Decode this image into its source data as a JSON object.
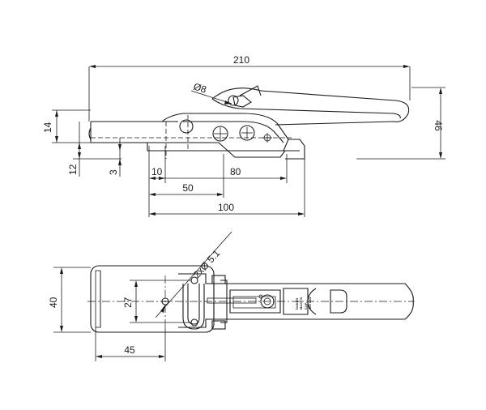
{
  "side_view": {
    "overall_length": "210",
    "hole_diameter": "Ø8",
    "height_total": "46",
    "base_height_14": "14",
    "base_height_12": "12",
    "offset_3": "3",
    "dim_10": "10",
    "dim_80": "80",
    "dim_50": "50",
    "dim_100": "100"
  },
  "top_view": {
    "width_40": "40",
    "hole_spacing_27": "27",
    "holes_callout": "2xØ 5.1",
    "dim_45": "45",
    "label_lines": [
      "DAKEN",
      "MAXFIX",
      "CAP.",
      "400 daN"
    ]
  }
}
